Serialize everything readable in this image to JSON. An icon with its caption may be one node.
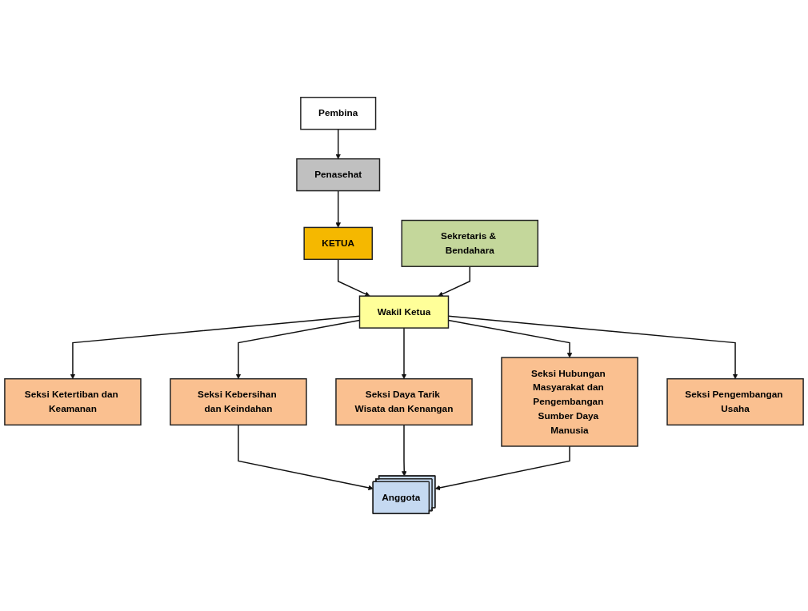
{
  "diagram": {
    "nodes": [
      {
        "text": [
          "Pembina"
        ]
      },
      {
        "text": [
          "Penasehat"
        ]
      },
      {
        "text": [
          "KETUA"
        ]
      },
      {
        "text": [
          "Wakil Ketua"
        ]
      },
      {
        "text": [
          "Sekretaris & Bendahara"
        ]
      },
      {
        "text": [
          "Seksi Ketertiban dan Keamanan"
        ]
      },
      {
        "text": [
          "Seksi Kebersihan dan Keindahan"
        ]
      },
      {
        "text": [
          "Seksi Daya Tarik Wisata dan Kenangan"
        ]
      },
      {
        "text": [
          "Seksi Hubungan Masyarakat dan Pengembangan Sumber Daya Manusia"
        ]
      },
      {
        "text": [
          "Seksi Pengembangan Usaha"
        ]
      },
      {
        "text": [
          "Anggota"
        ]
      }
    ],
    "edges": [
      {
        "from": 0,
        "to": 1,
        "arrow": "to"
      },
      {
        "from": 1,
        "to": 2,
        "arrow": "to"
      },
      {
        "from": 2,
        "to": 3,
        "arrow": "to"
      },
      {
        "from": 4,
        "to": 3,
        "arrow": "to"
      },
      {
        "from": 3,
        "to": 5,
        "arrow": "to"
      },
      {
        "from": 3,
        "to": 6,
        "arrow": "to"
      },
      {
        "from": 3,
        "to": 7,
        "arrow": "to"
      },
      {
        "from": 3,
        "to": 8,
        "arrow": "to"
      },
      {
        "from": 3,
        "to": 9,
        "arrow": "to"
      },
      {
        "from": 6,
        "to": 10,
        "arrow": "to"
      },
      {
        "from": 7,
        "to": 10,
        "arrow": "to"
      },
      {
        "from": 8,
        "to": 10,
        "arrow": "to"
      }
    ]
  }
}
